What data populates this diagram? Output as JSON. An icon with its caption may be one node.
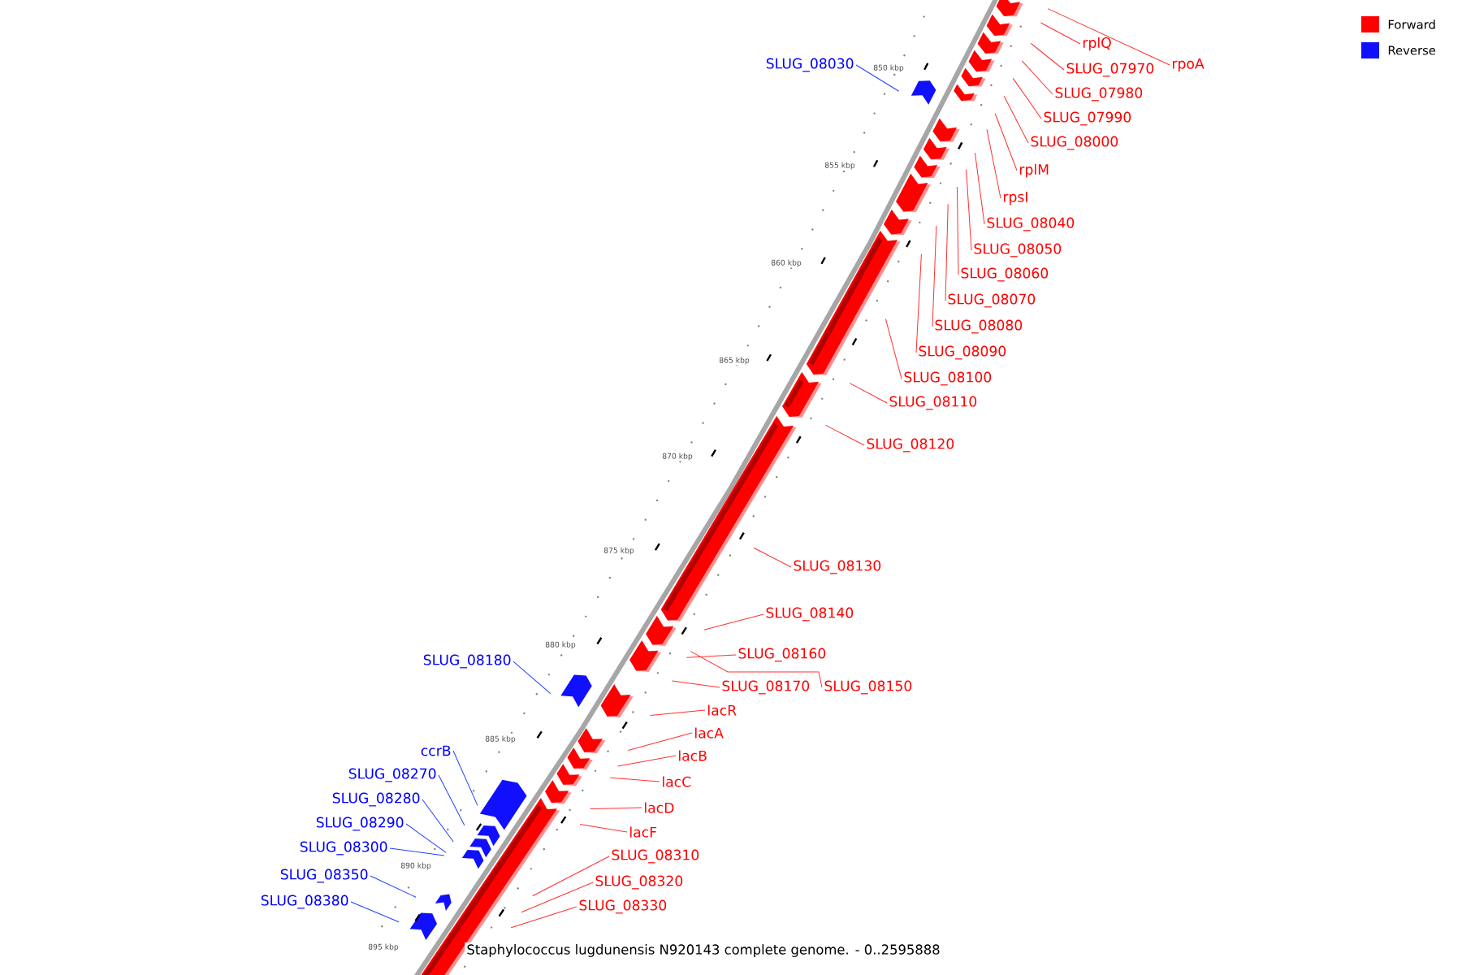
{
  "diagram": {
    "caption": "Staphylococcus lugdunensis N920143 complete genome. - 0..2595888",
    "nodes": [
      {
        "text": [
          "rplQ"
        ]
      },
      {
        "text": [
          "SLUG_08030"
        ]
      },
      {
        "text": [
          "rpoA"
        ]
      },
      {
        "text": [
          "SLUG_07970"
        ]
      },
      {
        "text": [
          "SLUG_07980"
        ]
      },
      {
        "text": [
          "SLUG_07990"
        ]
      },
      {
        "text": [
          "SLUG_08000"
        ]
      },
      {
        "text": [
          "rplM"
        ]
      },
      {
        "text": [
          "rpsI"
        ]
      },
      {
        "text": [
          "SLUG_08040"
        ]
      },
      {
        "text": [
          "SLUG_08050"
        ]
      },
      {
        "text": [
          "SLUG_08060"
        ]
      },
      {
        "text": [
          "SLUG_08070"
        ]
      },
      {
        "text": [
          "SLUG_08080"
        ]
      },
      {
        "text": [
          "SLUG_08090"
        ]
      },
      {
        "text": [
          "SLUG_08100"
        ]
      },
      {
        "text": [
          "SLUG_08110"
        ]
      },
      {
        "text": [
          "SLUG_08120"
        ]
      },
      {
        "text": [
          "SLUG_08130"
        ]
      },
      {
        "text": [
          "SLUG_08140"
        ]
      },
      {
        "text": [
          "SLUG_08180"
        ]
      },
      {
        "text": [
          "SLUG_08160"
        ]
      },
      {
        "text": [
          "SLUG_08170"
        ]
      },
      {
        "text": [
          "SLUG_08150"
        ]
      },
      {
        "text": [
          "lacR"
        ]
      },
      {
        "text": [
          "lacA"
        ]
      },
      {
        "text": [
          "ccrB"
        ]
      },
      {
        "text": [
          "lacB"
        ]
      },
      {
        "text": [
          "SLUG_08270"
        ]
      },
      {
        "text": [
          "lacC"
        ]
      },
      {
        "text": [
          "SLUG_08280"
        ]
      },
      {
        "text": [
          "lacD"
        ]
      },
      {
        "text": [
          "SLUG_08290"
        ]
      },
      {
        "text": [
          "lacF"
        ]
      },
      {
        "text": [
          "SLUG_08300"
        ]
      },
      {
        "text": [
          "SLUG_08310"
        ]
      },
      {
        "text": [
          "SLUG_08350"
        ]
      },
      {
        "text": [
          "SLUG_08320"
        ]
      },
      {
        "text": [
          "SLUG_08380"
        ]
      },
      {
        "text": [
          "SLUG_08330"
        ]
      }
    ],
    "edges": [
      {
        "from": 0,
        "to": null,
        "arrow": "none"
      },
      {
        "from": 1,
        "to": null,
        "arrow": "none",
        "color": "#2040ff"
      },
      {
        "from": 2,
        "to": null,
        "arrow": "none"
      },
      {
        "from": 3,
        "to": null,
        "arrow": "none"
      },
      {
        "from": 4,
        "to": null,
        "arrow": "none"
      },
      {
        "from": 5,
        "to": null,
        "arrow": "none"
      },
      {
        "from": 6,
        "to": null,
        "arrow": "none"
      },
      {
        "from": 7,
        "to": null,
        "arrow": "none"
      },
      {
        "from": 8,
        "to": null,
        "arrow": "none"
      },
      {
        "from": 9,
        "to": null,
        "arrow": "none"
      },
      {
        "from": 10,
        "to": null,
        "arrow": "none"
      },
      {
        "from": 11,
        "to": null,
        "arrow": "none"
      },
      {
        "from": 12,
        "to": null,
        "arrow": "none"
      },
      {
        "from": 13,
        "to": null,
        "arrow": "none"
      },
      {
        "from": 14,
        "to": null,
        "arrow": "none"
      },
      {
        "from": 15,
        "to": null,
        "arrow": "none"
      },
      {
        "from": 16,
        "to": null,
        "arrow": "none"
      },
      {
        "from": 17,
        "to": null,
        "arrow": "none"
      },
      {
        "from": 18,
        "to": null,
        "arrow": "none"
      },
      {
        "from": 19,
        "to": null,
        "arrow": "none"
      },
      {
        "from": 20,
        "to": null,
        "arrow": "none",
        "color": "#2040ff"
      },
      {
        "from": 21,
        "to": null,
        "arrow": "none"
      },
      {
        "from": 22,
        "to": null,
        "arrow": "none"
      },
      {
        "from": 23,
        "to": null,
        "arrow": "none"
      },
      {
        "from": 24,
        "to": null,
        "arrow": "none"
      },
      {
        "from": 25,
        "to": null,
        "arrow": "none"
      },
      {
        "from": 26,
        "to": null,
        "arrow": "none",
        "color": "#2040ff"
      },
      {
        "from": 27,
        "to": null,
        "arrow": "none"
      },
      {
        "from": 28,
        "to": null,
        "arrow": "none",
        "color": "#2040ff"
      },
      {
        "from": 29,
        "to": null,
        "arrow": "none"
      },
      {
        "from": 30,
        "to": null,
        "arrow": "none",
        "color": "#2040ff"
      },
      {
        "from": 31,
        "to": null,
        "arrow": "none"
      },
      {
        "from": 32,
        "to": null,
        "arrow": "none",
        "color": "#2040ff"
      },
      {
        "from": 33,
        "to": null,
        "arrow": "none"
      },
      {
        "from": 34,
        "to": null,
        "arrow": "none",
        "color": "#2040ff"
      },
      {
        "from": 35,
        "to": null,
        "arrow": "none"
      },
      {
        "from": 36,
        "to": null,
        "arrow": "none",
        "color": "#2040ff"
      },
      {
        "from": 37,
        "to": null,
        "arrow": "none"
      },
      {
        "from": 38,
        "to": null,
        "arrow": "none",
        "color": "#2040ff"
      },
      {
        "from": 39,
        "to": null,
        "arrow": "none"
      }
    ],
    "labels": [
      "850 kbp",
      "855 kbp",
      "860 kbp",
      "865 kbp",
      "870 kbp",
      "875 kbp",
      "880 kbp",
      "885 kbp",
      "890 kbp",
      "895 kbp"
    ],
    "legend": [
      {
        "text": "Forward",
        "color": "#ff0000"
      },
      {
        "text": "Reverse",
        "color": "#1010ff"
      }
    ]
  }
}
